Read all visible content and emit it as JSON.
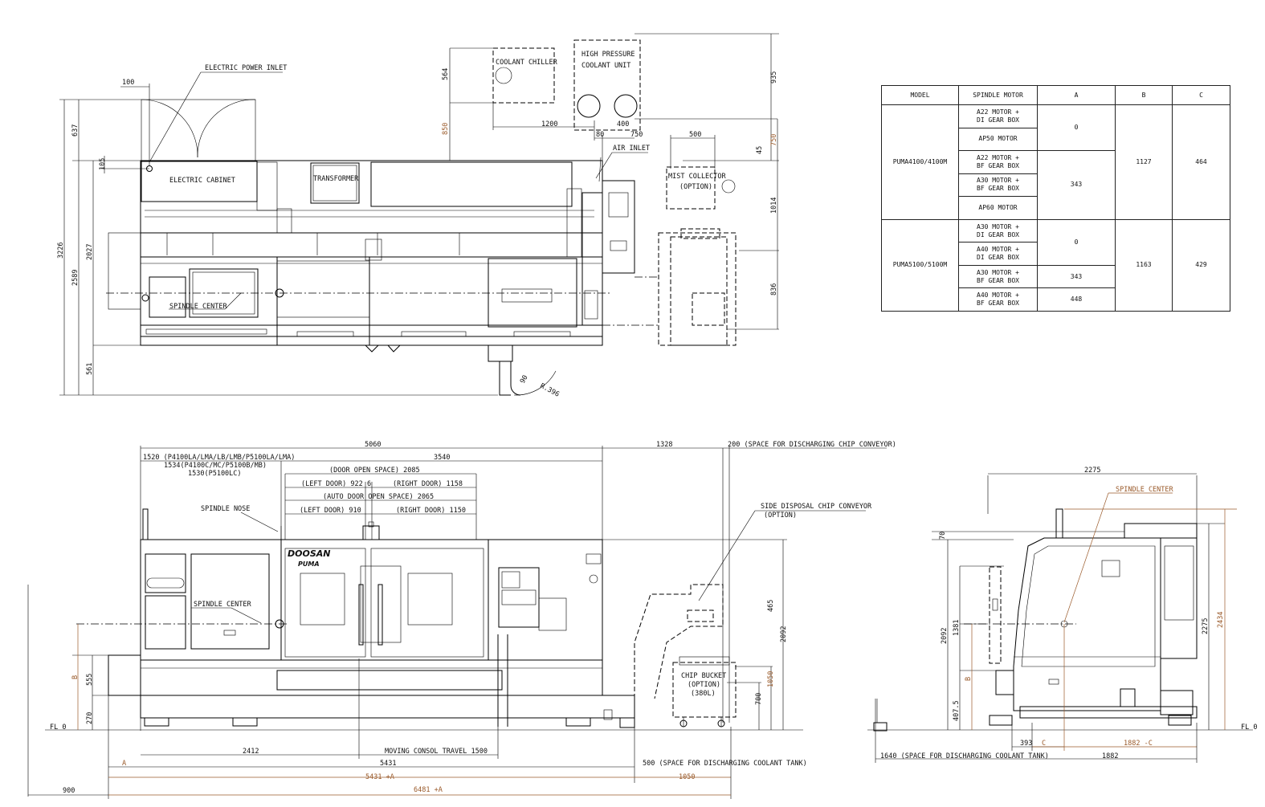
{
  "top_view": {
    "labels": {
      "electric_power_inlet": "ELECTRIC POWER INLET",
      "electric_cabinet": "ELECTRIC CABINET",
      "transformer": "TRANSFORMER",
      "coolant_chiller": "COOLANT CHILLER",
      "high_pressure_1": "HIGH PRESSURE",
      "high_pressure_2": "COOLANT UNIT",
      "air_inlet": "AIR INLET",
      "mist_collector_1": "MIST COLLECTOR",
      "mist_collector_2": "(OPTION)",
      "spindle_center": "SPINDLE CENTER"
    },
    "dims": {
      "d100": "100",
      "d637": "637",
      "d105": "105",
      "d3226": "3226",
      "d2589": "2589",
      "d2027": "2027",
      "d561": "561",
      "d564": "564",
      "d850": "850",
      "d1200": "1200",
      "d400": "400",
      "d80": "80",
      "d750": "750",
      "d500": "500",
      "d45": "45",
      "d750v": "750",
      "d935": "935",
      "d1014": "1014",
      "d836": "836",
      "d90": "90",
      "r396": "R.396"
    }
  },
  "front_view": {
    "labels": {
      "note_1520": "1520 (P4100LA/LMA/LB/LMB/P5100LA/LMA)",
      "note_1534": "1534(P4100C/MC/P5100B/MB)",
      "note_1530": "1530(P5100LC)",
      "door_open": "(DOOR OPEN SPACE) 2085",
      "left_door_922": "(LEFT DOOR) 922",
      "right_door_1158": "(RIGHT DOOR) 1158",
      "auto_door": "(AUTO DOOR OPEN SPACE) 2065",
      "left_door_910": "(LEFT DOOR) 910",
      "right_door_1150": "(RIGHT DOOR) 1150",
      "spindle_nose": "SPINDLE NOSE",
      "spindle_center": "SPINDLE CENTER",
      "side_disposal_1": "SIDE DISPOSAL CHIP CONVEYOR",
      "side_disposal_2": "(OPTION)",
      "chip_bucket_1": "CHIP BUCKET",
      "chip_bucket_2": "(OPTION)",
      "chip_bucket_3": "(380L)",
      "fl0": "FL 0",
      "moving_consol": "MOVING CONSOL TRAVEL 1500",
      "space_coolant": "500 (SPACE FOR DISCHARGING COOLANT TANK)",
      "space_chip": "200 (SPACE FOR DISCHARGING CHIP CONVEYOR)",
      "logo": "DOOSAN",
      "model_badge": "PUMA"
    },
    "dims": {
      "d5060": "5060",
      "d1328": "1328",
      "d3540": "3540",
      "d6": "6",
      "d465": "465",
      "d2092": "2092",
      "d1050": "1050",
      "d700": "700",
      "d555": "555",
      "d270": "270",
      "dB": "B",
      "d2412": "2412",
      "d5431": "5431",
      "dA": "A",
      "d5431A": "5431 +A",
      "d1050b": "1050",
      "d6481A": "6481 +A",
      "d900": "900"
    }
  },
  "side_view": {
    "labels": {
      "spindle_center": "SPINDLE CENTER",
      "fl0": "FL 0",
      "space_coolant": "1640 (SPACE FOR DISCHARGING COOLANT TANK)"
    },
    "dims": {
      "d2275": "2275",
      "d70": "70",
      "d2092": "2092",
      "d1381": "1381",
      "d407": "407.5",
      "dB": "B",
      "d2275v": "2275",
      "d2434": "2434",
      "d393": "393",
      "dC": "C",
      "d1882C": "1882 -C",
      "d1882": "1882"
    }
  },
  "spec_table": {
    "headers": [
      "MODEL",
      "SPINDLE MOTOR",
      "A",
      "B",
      "C"
    ],
    "groups": [
      {
        "model": "PUMA4100/4100M",
        "b": "1127",
        "c": "464",
        "motors": [
          {
            "l1": "A22 MOTOR +",
            "l2": "DI GEAR BOX"
          },
          {
            "l1": "AP50 MOTOR",
            "l2": ""
          },
          {
            "l1": "A22 MOTOR +",
            "l2": "BF GEAR BOX"
          },
          {
            "l1": "A30 MOTOR +",
            "l2": "BF GEAR BOX"
          },
          {
            "l1": "AP60 MOTOR",
            "l2": ""
          }
        ],
        "a_values": [
          {
            "value": "0",
            "rows": 2
          },
          {
            "value": "343",
            "rows": 3
          }
        ]
      },
      {
        "model": "PUMA5100/5100M",
        "b": "1163",
        "c": "429",
        "motors": [
          {
            "l1": "A30 MOTOR +",
            "l2": "DI GEAR BOX"
          },
          {
            "l1": "A40 MOTOR +",
            "l2": "DI GEAR BOX"
          },
          {
            "l1": "A30 MOTOR +",
            "l2": "BF GEAR BOX"
          },
          {
            "l1": "A40 MOTOR +",
            "l2": "BF GEAR BOX"
          }
        ],
        "a_values": [
          {
            "value": "0",
            "rows": 2
          },
          {
            "value": "343",
            "rows": 1
          },
          {
            "value": "448",
            "rows": 1
          }
        ]
      }
    ]
  }
}
